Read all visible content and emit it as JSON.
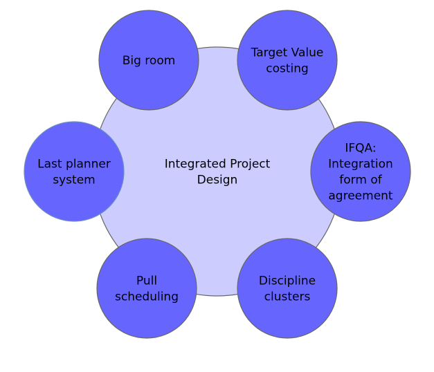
{
  "center": {
    "lines": [
      "Integrated Project",
      "Design"
    ]
  },
  "nodes": [
    {
      "id": "big-room",
      "lines": [
        "Big room"
      ]
    },
    {
      "id": "target-value-costing",
      "lines": [
        "Target Value",
        "costing"
      ]
    },
    {
      "id": "ifqa",
      "lines": [
        "IFQA:",
        "Integration",
        "form of",
        "agreement"
      ]
    },
    {
      "id": "discipline-clusters",
      "lines": [
        "Discipline",
        "clusters"
      ]
    },
    {
      "id": "pull-scheduling",
      "lines": [
        "Pull",
        "scheduling"
      ]
    },
    {
      "id": "last-planner-system",
      "lines": [
        "Last planner",
        "system"
      ]
    }
  ],
  "colors": {
    "center_fill": "#ccccff",
    "node_fill": "#6666ff",
    "stroke": "#666666",
    "highlight_stroke": "#6c8ebf"
  }
}
